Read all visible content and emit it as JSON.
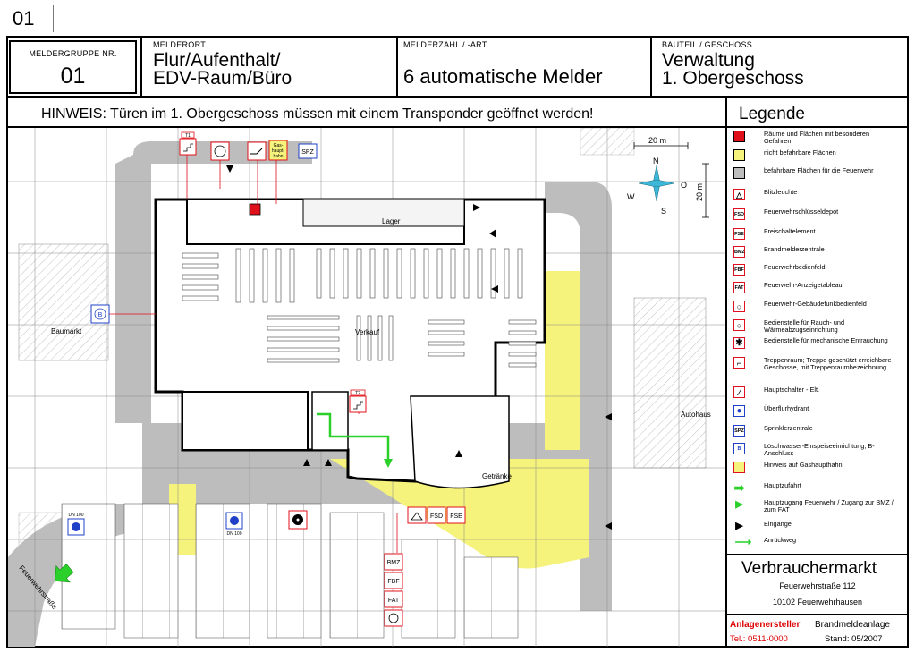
{
  "page_number": "01",
  "header": {
    "group_label": "MELDERGRUPPE NR.",
    "group_value": "01",
    "location_label": "MELDERORT",
    "location_line1": "Flur/Aufenthalt/",
    "location_line2": "EDV-Raum/Büro",
    "count_label": "MELDERZAHL / -ART",
    "count_value": "6 automatische Melder",
    "part_label": "BAUTEIL / GESCHOSS",
    "part_line1": "Verwaltung",
    "part_line2": "1. Obergeschoss"
  },
  "hint": "HINWEIS:  Türen im 1. Obergeschoss müssen mit einem Transponder geöffnet werden!",
  "legend": {
    "title": "Legende",
    "items": [
      {
        "icon": "red-square",
        "code": "",
        "text": "Räume und Flächen mit besonderen Gefahren"
      },
      {
        "icon": "yellow-square",
        "code": "",
        "text": "nicht befahrbare Flächen"
      },
      {
        "icon": "gray-square",
        "code": "",
        "text": "befahrbare Flächen für die Feuerwehr"
      },
      {
        "icon": "flash-light-icon",
        "code": "",
        "text": "Blitzleuchte"
      },
      {
        "icon": "box-icon",
        "code": "FSD",
        "text": "Feuerwehrschlüsseldepot"
      },
      {
        "icon": "box-icon",
        "code": "FSE",
        "text": "Freischaltelement"
      },
      {
        "icon": "box-icon",
        "code": "BMZ",
        "text": "Brandmelderzentrale"
      },
      {
        "icon": "box-icon",
        "code": "FBF",
        "text": "Feuerwehrbedienfeld"
      },
      {
        "icon": "box-icon",
        "code": "FAT",
        "text": "Feuerwehr-Anzeigetableau"
      },
      {
        "icon": "radio-unit-icon",
        "code": "",
        "text": "Feuerwehr-Gebäudefunkbedienfeld"
      },
      {
        "icon": "smoke-vent-icon",
        "code": "",
        "text": "Bedienstelle für Rauch- und Wärmeabzugseinrichtung"
      },
      {
        "icon": "fan-icon",
        "code": "",
        "text": "Bedienstelle für mechanische Entrauchung"
      },
      {
        "icon": "stairs-icon",
        "code": "",
        "text": "Treppenraum; Treppe geschützt erreichbare Geschosse, mit Treppenraumbezeichnung"
      },
      {
        "icon": "switch-icon",
        "code": "",
        "text": "Hauptschalter - Elt."
      },
      {
        "icon": "hydrant-icon",
        "code": "",
        "text": "Überflurhydrant"
      },
      {
        "icon": "box-icon",
        "code": "SPZ",
        "text": "Sprinklerzentrale"
      },
      {
        "icon": "b-connection-icon",
        "code": "",
        "text": "Löschwasser-Einspeiseeinrichtung, B-Anschluss"
      },
      {
        "icon": "gas-icon",
        "code": "",
        "text": "Hinweis auf Gashaupthahn"
      },
      {
        "icon": "green-arrow-icon",
        "code": "",
        "text": "Hauptzufahrt"
      },
      {
        "icon": "green-triangle-icon",
        "code": "",
        "text": "Hauptzugang Feuerwehr / Zugang zur BMZ / zum FAT"
      },
      {
        "icon": "black-triangle-icon",
        "code": "",
        "text": "Eingänge"
      },
      {
        "icon": "green-line-arrow-icon",
        "code": "",
        "text": "Anrückweg"
      }
    ]
  },
  "map_labels": {
    "lager": "Lager",
    "verkauf": "Verkauf",
    "getraenke": "Getränke",
    "baumarkt": "Baumarkt",
    "autohaus": "Autohaus",
    "street": "Feuerwehrstraße",
    "scale": "20 m",
    "scale_v": "20 m",
    "compass_n": "N",
    "compass_s": "S",
    "compass_w": "W",
    "compass_o": "O",
    "dn1": "DN 100",
    "dn2": "DN 100",
    "t1": "T1",
    "t2": "T2",
    "spz": "SPZ",
    "fsd": "FSD",
    "fse": "FSE",
    "bmz": "BMZ",
    "fbf": "FBF",
    "fat": "FAT",
    "gas_line1": "Gas-",
    "gas_line2": "haupt-",
    "gas_line3": "hahn"
  },
  "footer": {
    "market": "Verbrauchermarkt",
    "address1": "Feuerwehrstraße 112",
    "address2": "10102 Feuerwehrhausen",
    "installer": "Anlagenersteller",
    "phone": "Tel.: 0511-0000",
    "system": "Brandmeldeanlage",
    "stand": "Stand: 05/2007"
  },
  "colors": {
    "red": "#e0101a",
    "yellow": "#f6f37c",
    "gray": "#bdbdbd",
    "green": "#2bd02b",
    "blue": "#2040c8"
  }
}
